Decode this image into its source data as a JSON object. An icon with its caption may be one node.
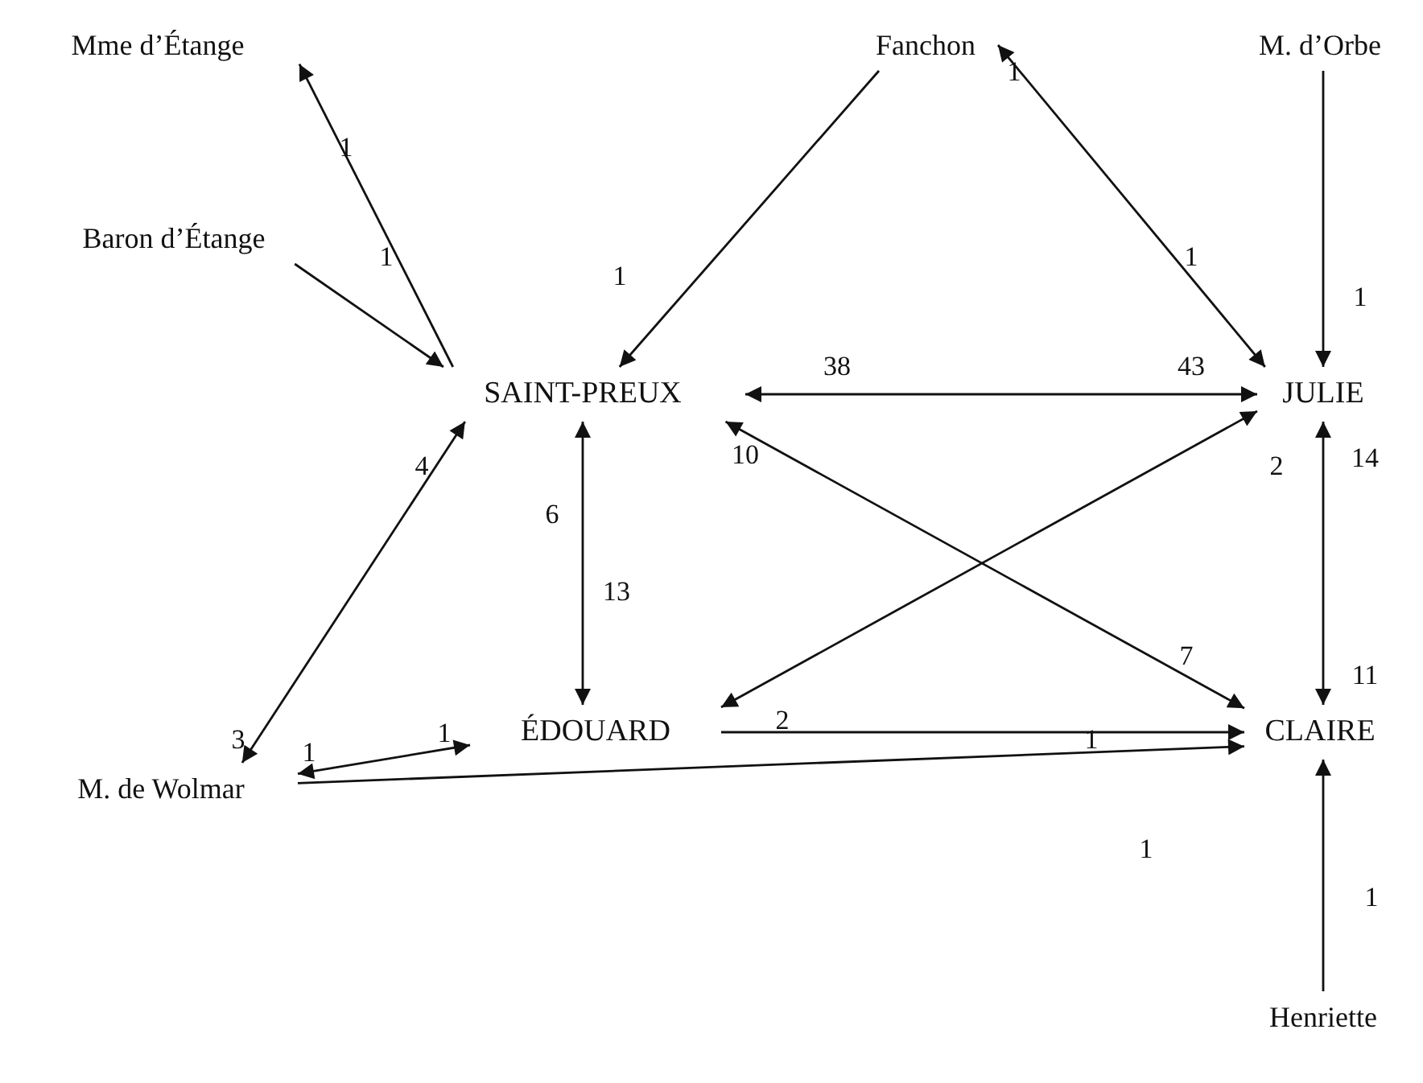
{
  "diagram": {
    "nodes": [
      {
        "text": [
          "Mme d’Étange"
        ]
      },
      {
        "text": [
          "Fanchon"
        ]
      },
      {
        "text": [
          "M. d’Orbe"
        ]
      },
      {
        "text": [
          "Baron d’Étange"
        ]
      },
      {
        "text": [
          "SAINT-PREUX"
        ]
      },
      {
        "text": [
          "JULIE"
        ]
      },
      {
        "text": [
          "ÉDOUARD"
        ]
      },
      {
        "text": [
          "CLAIRE"
        ]
      },
      {
        "text": [
          "M. de Wolmar"
        ]
      },
      {
        "text": [
          "Henriette"
        ]
      }
    ],
    "edges": [
      {
        "from": 4,
        "to": 0,
        "arrow": "to"
      },
      {
        "from": 1,
        "to": 4,
        "arrow": "to"
      },
      {
        "from": 1,
        "to": 5,
        "arrow": "both"
      },
      {
        "from": 2,
        "to": 5,
        "arrow": "to"
      },
      {
        "from": 3,
        "to": 4,
        "arrow": "to"
      },
      {
        "from": 4,
        "to": 5,
        "arrow": "both"
      },
      {
        "from": 4,
        "to": 8,
        "arrow": "both"
      },
      {
        "from": 4,
        "to": 6,
        "arrow": "both"
      },
      {
        "from": 4,
        "to": 7,
        "arrow": "both"
      },
      {
        "from": 5,
        "to": 6,
        "arrow": "both"
      },
      {
        "from": 5,
        "to": 7,
        "arrow": "both"
      },
      {
        "from": 8,
        "to": 6,
        "arrow": "both"
      },
      {
        "from": 6,
        "to": 7,
        "arrow": "to"
      },
      {
        "from": 8,
        "to": 7,
        "arrow": "to"
      },
      {
        "from": 9,
        "to": 7,
        "arrow": "to"
      }
    ],
    "labels": [
      "1",
      "1",
      "1",
      "1",
      "1",
      "1",
      "38",
      "43",
      "4",
      "10",
      "2",
      "14",
      "6",
      "13",
      "7",
      "11",
      "3",
      "1",
      "1",
      "2",
      "1",
      "1",
      "1"
    ]
  }
}
